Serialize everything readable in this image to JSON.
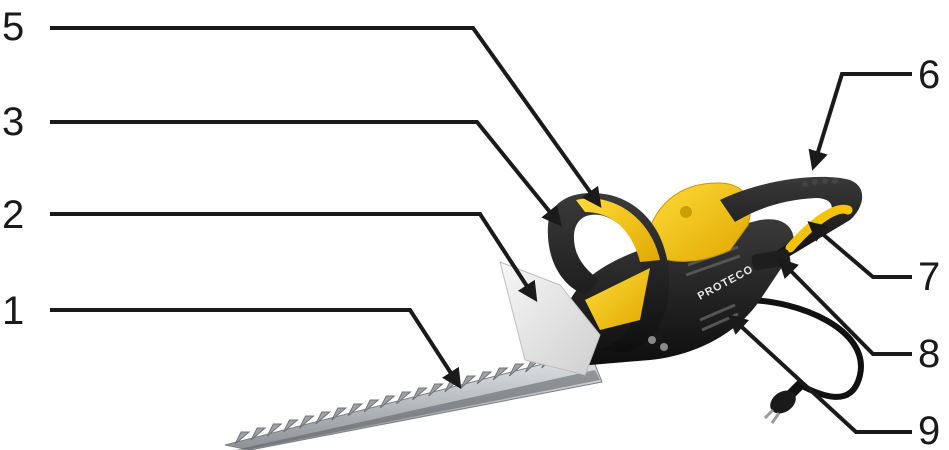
{
  "brand_text": "PROTECO",
  "callouts": [
    {
      "id": "1",
      "label": "1"
    },
    {
      "id": "2",
      "label": "2"
    },
    {
      "id": "3",
      "label": "3"
    },
    {
      "id": "5",
      "label": "5"
    },
    {
      "id": "6",
      "label": "6"
    },
    {
      "id": "7",
      "label": "7"
    },
    {
      "id": "8",
      "label": "8"
    },
    {
      "id": "9",
      "label": "9"
    }
  ],
  "colors": {
    "body_black": "#1c1c1c",
    "accent_yellow": "#f5c400",
    "blade_grey": "#b8bcc0",
    "guard_white": "#eeeeee"
  }
}
